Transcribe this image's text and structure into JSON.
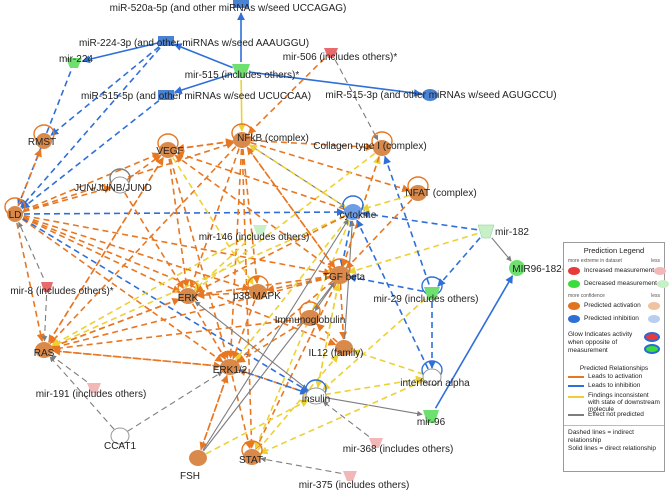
{
  "colors": {
    "activation": "#e87722",
    "inhibition": "#2f6fd8",
    "inconsistent": "#ecd135",
    "not_predicted": "#7d7d7d",
    "node_orange": "#d9894a",
    "node_light_orange": "#efc2a2",
    "node_green": "#6fe06f",
    "node_light_green": "#c8f0c8",
    "node_blue": "#4a82d4",
    "node_red": "#e86a6a",
    "node_pink": "#f2b8b8"
  },
  "nodes": {
    "mir520a": "miR-520a-5p (and other miRNAs w/seed UCCAGAG)",
    "mir224seed": "miR-224-3p (and other miRNAs w/seed AAAUGGU)",
    "mir506": "mir-506 (includes others)*",
    "mir224": "mir-224",
    "mir515": "mir-515 (includes others)*",
    "mir515_5p": "miR-515-5p (and other miRNAs w/seed UCUCCAA)",
    "mir515_3p": "miR-515-3p (and other miRNAs w/seed AGUGCCU)",
    "rmst": "RMST",
    "vegf": "VEGF",
    "nfkb": "NFkB (complex)",
    "collagen": "Collagen type I (complex)",
    "nfat": "NFAT (complex)",
    "jun": "JUN/JUNB/JUND",
    "cytokine": "cytokine",
    "mir146": "mir-146 (includes others)",
    "mir182": "mir-182",
    "ld": "LD",
    "mir96_182": "MIR96-182-183",
    "tgfb": "TGF beta",
    "mir8": "mir-8 (includes others)*",
    "erk": "ERK",
    "p38": "p38 MAPK",
    "mir29": "mir-29 (includes others)",
    "immunoglobulin": "Immunoglobulin",
    "ras": "RAS",
    "il12": "IL12 (family)",
    "erk12": "ERK1/2",
    "mir191": "mir-191 (includes others)",
    "ifna": "interferon alpha",
    "insulin": "insulin",
    "mir96": "mir-96",
    "ccat1": "CCAT1",
    "mir368": "mir-368 (includes others)",
    "fsh": "FSH",
    "stat": "STAT",
    "mir375": "mir-375 (includes others)"
  },
  "legend": {
    "title": "Prediction Legend",
    "extreme_label": "more extreme in dataset",
    "less_label": "less",
    "increased": "Increased measurement",
    "decreased": "Decreased measurement",
    "confidence_label": "more confidence",
    "pred_activation": "Predicted activation",
    "pred_inhibition": "Predicted inhibition",
    "glow_text": "Glow Indicates activity when opposite of measurement",
    "relationships_title": "Predicted Relationships",
    "leads_activation": "Leads to activation",
    "leads_inhibition": "Leads to inhibition",
    "findings_inconsistent": "Findings inconsistent with state of downstream molecule",
    "effect_not_predicted": "Effect not predicted",
    "dashed_lines": "Dashed lines = indirect relationship",
    "solid_lines": "Solid lines = direct relationship"
  }
}
